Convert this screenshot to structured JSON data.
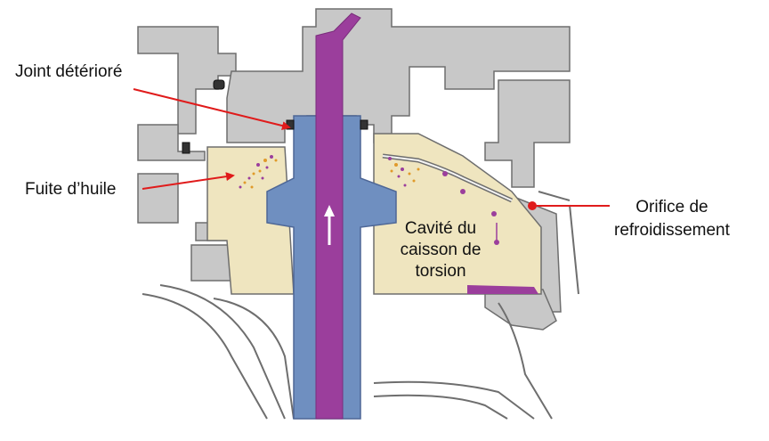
{
  "labels": {
    "joint": "Joint détérioré",
    "fuite": "Fuite d’huile",
    "orifice": [
      "Orifice de",
      "refroidissement"
    ],
    "cavite": [
      "Cavité du",
      "caisson de",
      "torsion"
    ]
  },
  "colors": {
    "housing": "#c8c8c8",
    "housing_stroke": "#6e6e6e",
    "cavity_fill": "#efe5bf",
    "shaft": "#6f8fc0",
    "oil_channel": "#9b3e9c",
    "leak_orange": "#e09a2a",
    "arrow": "#e01b1b"
  }
}
